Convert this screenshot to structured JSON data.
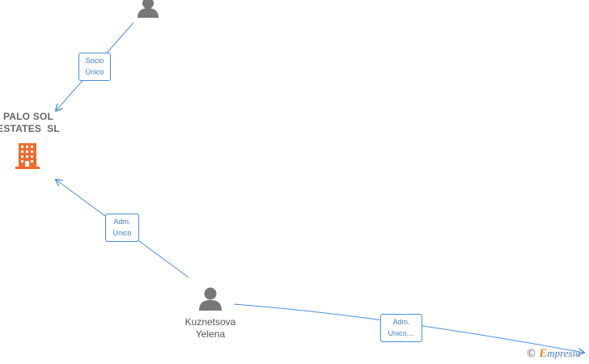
{
  "nodes": {
    "top_person": {
      "label": ""
    },
    "company": {
      "label_line1": "PALO SOL",
      "label_line2": "ESTATES  SL"
    },
    "kuznetsova": {
      "label_line1": "Kuznetsova",
      "label_line2": "Yelena"
    }
  },
  "edges": [
    {
      "line1": "Socio",
      "line2": "Único"
    },
    {
      "line1": "Adm.",
      "line2": "Unico"
    },
    {
      "line1": "Adm.",
      "line2": "Unico,..."
    }
  ],
  "brand": {
    "copyright": "©",
    "e": "E",
    "rest": "mpresia"
  },
  "colors": {
    "edge": "#4a8fd8",
    "person": "#777777",
    "company_icon": "#f26a2e"
  }
}
